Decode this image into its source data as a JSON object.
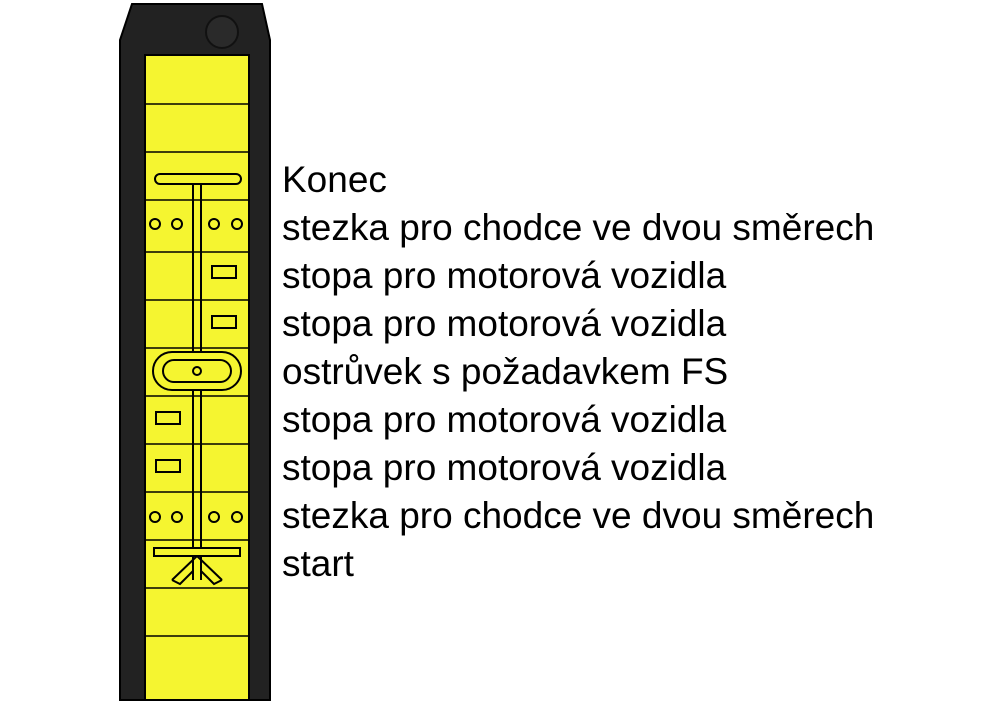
{
  "colors": {
    "device_body": "#222222",
    "device_face": "#f5f530",
    "outline": "#000000"
  },
  "legend": [
    {
      "label": "Konec",
      "symbol": "end-bar"
    },
    {
      "label": "stezka pro chodce ve dvou směrech",
      "symbol": "dots"
    },
    {
      "label": "stopa pro motorová vozidla",
      "symbol": "lane-right"
    },
    {
      "label": "stopa pro motorová vozidla",
      "symbol": "lane-right"
    },
    {
      "label": "ostrůvek s požadavkem FS",
      "symbol": "island"
    },
    {
      "label": "stopa pro motorová vozidla",
      "symbol": "lane-left"
    },
    {
      "label": "stopa pro motorová vozidla",
      "symbol": "lane-left"
    },
    {
      "label": "stezka pro chodce ve dvou směrech",
      "symbol": "dots"
    },
    {
      "label": "start",
      "symbol": "start-arrow"
    }
  ]
}
